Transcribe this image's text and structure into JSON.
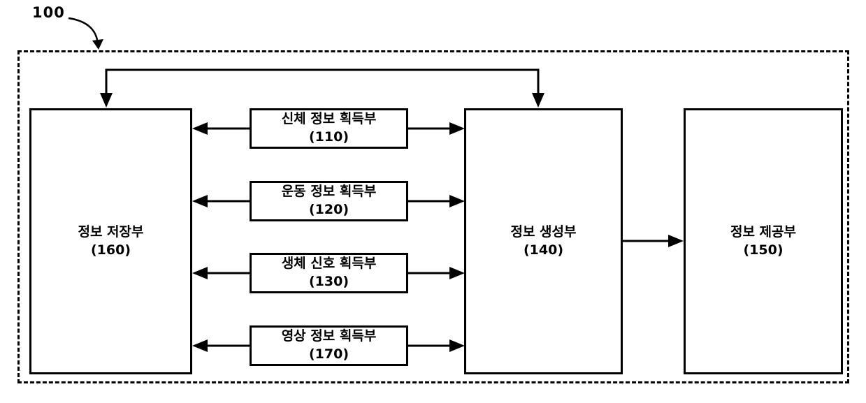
{
  "figure": {
    "reference_number": "100",
    "boxes": {
      "storage": {
        "title": "정보 저장부",
        "ref": "(160)"
      },
      "body_info": {
        "title": "신체 정보 획득부",
        "ref": "(110)"
      },
      "exercise_info": {
        "title": "운동 정보 획득부",
        "ref": "(120)"
      },
      "bio_signal": {
        "title": "생체 신호 획득부",
        "ref": "(130)"
      },
      "image_info": {
        "title": "영상 정보 획득부",
        "ref": "(170)"
      },
      "generation": {
        "title": "정보 생성부",
        "ref": "(140)"
      },
      "provision": {
        "title": "정보 제공부",
        "ref": "(150)"
      }
    }
  }
}
